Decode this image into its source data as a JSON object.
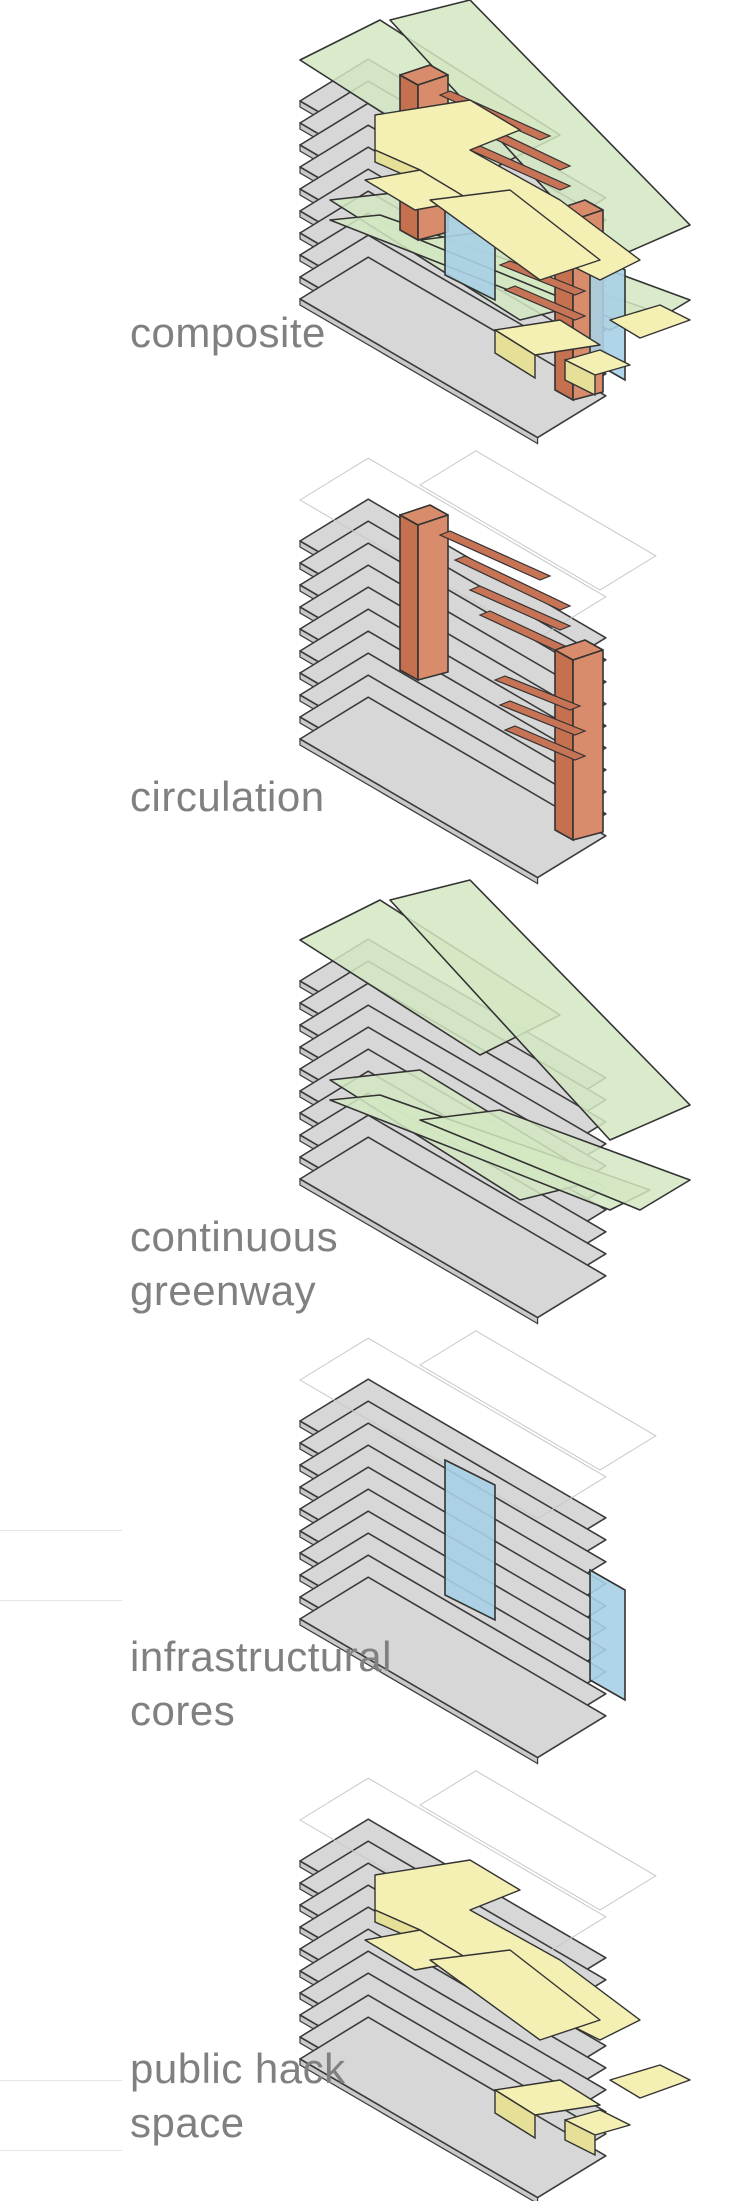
{
  "panels": [
    {
      "id": "composite",
      "label_lines": [
        "composite"
      ]
    },
    {
      "id": "circulation",
      "label_lines": [
        "circulation"
      ]
    },
    {
      "id": "greenway",
      "label_lines": [
        "continuous",
        "greenway"
      ]
    },
    {
      "id": "cores",
      "label_lines": [
        "infrastructural",
        "cores"
      ]
    },
    {
      "id": "hack",
      "label_lines": [
        "public hack",
        "space"
      ]
    }
  ],
  "colors": {
    "slab": "#d7d7d7",
    "greenway": "#d4e8c2",
    "circulation": "#d98c6b",
    "cores": "#a9d0e6",
    "hack_space": "#f4efb3",
    "label_text": "#808080"
  }
}
